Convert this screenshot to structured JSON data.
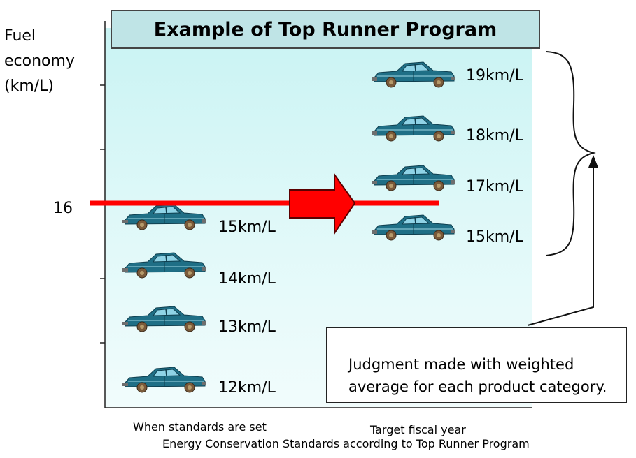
{
  "title": "Example of Top Runner Program",
  "y_axis_label": [
    "Fuel",
    "economy",
    "(km/L)"
  ],
  "standard_value_label": "16",
  "current_cars": [
    {
      "label": "15km/L",
      "value": 15
    },
    {
      "label": "14km/L",
      "value": 14
    },
    {
      "label": "13km/L",
      "value": 13
    },
    {
      "label": "12km/L",
      "value": 12
    }
  ],
  "target_cars": [
    {
      "label": "19km/L",
      "value": 19
    },
    {
      "label": "18km/L",
      "value": 18
    },
    {
      "label": "17km/L",
      "value": 17
    },
    {
      "label": "15km/L",
      "value": 15
    }
  ],
  "x_labels": {
    "left": "When standards are set",
    "right": "Target fiscal year"
  },
  "caption": "Energy Conservation Standards according to Top Runner Program",
  "note": [
    "Judgment made with weighted",
    "average for each product category."
  ],
  "icons": {
    "car": "car-icon",
    "arrow": "right-arrow-icon"
  },
  "colors": {
    "car_body": "#1f6f86",
    "car_dark": "#124a5c",
    "standard_line": "#ff0000",
    "arrow_fill": "#ff0000",
    "title_bg": "#bfe4e6",
    "plot_bg": "#c9f3f3"
  }
}
